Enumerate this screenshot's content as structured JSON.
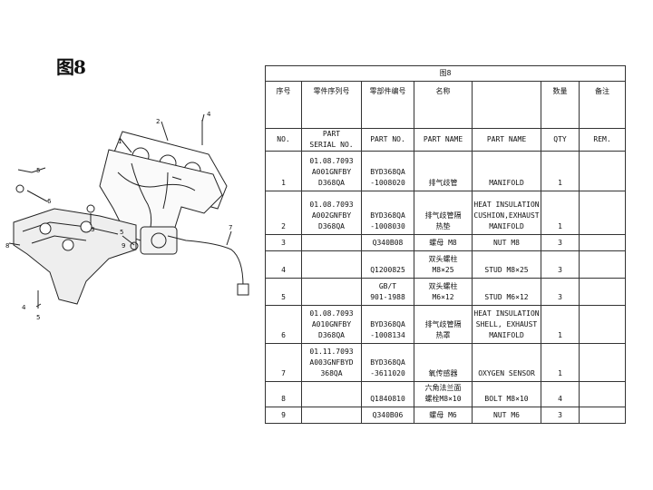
{
  "heading": "图8",
  "table": {
    "title": "图8",
    "header_cn": [
      "序号",
      "零件序列号",
      "零部件编号",
      "名称",
      "",
      "数量",
      "备注"
    ],
    "header_en": [
      "NO.",
      "PART\nSERIAL NO.",
      "PART NO.",
      "PART NAME",
      "PART NAME",
      "QTY",
      "REM."
    ],
    "rows": [
      {
        "no": "1",
        "serial": "01.08.7093\nA001GNFBY\nD368QA",
        "part_no": "BYD368QA\n-1008020",
        "name_cn": "排气歧管",
        "name_en": "MANIFOLD",
        "qty": "1",
        "rem": ""
      },
      {
        "no": "2",
        "serial": "01.08.7093\nA002GNFBY\nD368QA",
        "part_no": "BYD368QA\n-1008030",
        "name_cn": "排气歧管隔\n热垫",
        "name_en": "HEAT INSULATION\nCUSHION,EXHAUST\nMANIFOLD",
        "qty": "1",
        "rem": ""
      },
      {
        "no": "3",
        "serial": "",
        "part_no": "Q340B08",
        "name_cn": "螺母 M8",
        "name_en": "NUT M8",
        "qty": "3",
        "rem": ""
      },
      {
        "no": "4",
        "serial": "",
        "part_no": "Q1200825",
        "name_cn": "双头螺柱\nM8×25",
        "name_en": "STUD M8×25",
        "qty": "3",
        "rem": ""
      },
      {
        "no": "5",
        "serial": "",
        "part_no": "GB/T\n901-1988",
        "name_cn": "双头螺柱\nM6×12",
        "name_en": "STUD M6×12",
        "qty": "3",
        "rem": ""
      },
      {
        "no": "6",
        "serial": "01.08.7093\nA010GNFBY\nD368QA",
        "part_no": "BYD368QA\n-1008134",
        "name_cn": "排气歧管隔\n热罩",
        "name_en": "HEAT INSULATION\nSHELL, EXHAUST\nMANIFOLD",
        "qty": "1",
        "rem": ""
      },
      {
        "no": "7",
        "serial": "01.11.7093\nA003GNFBYD\n368QA",
        "part_no": "BYD368QA\n-3611020",
        "name_cn": "氧传感器",
        "name_en": "OXYGEN SENSOR",
        "qty": "1",
        "rem": ""
      },
      {
        "no": "8",
        "serial": "",
        "part_no": "Q1840810",
        "name_cn": "六角法兰面\n螺栓M8×10",
        "name_en": "BOLT M8×10",
        "qty": "4",
        "rem": ""
      },
      {
        "no": "9",
        "serial": "",
        "part_no": "Q340B06",
        "name_cn": "螺母 M6",
        "name_en": "NUT M6",
        "qty": "3",
        "rem": ""
      }
    ]
  },
  "diagram": {
    "callouts": [
      "1",
      "2",
      "4",
      "5",
      "6",
      "3",
      "5",
      "9",
      "8",
      "7",
      "4",
      "5"
    ]
  }
}
